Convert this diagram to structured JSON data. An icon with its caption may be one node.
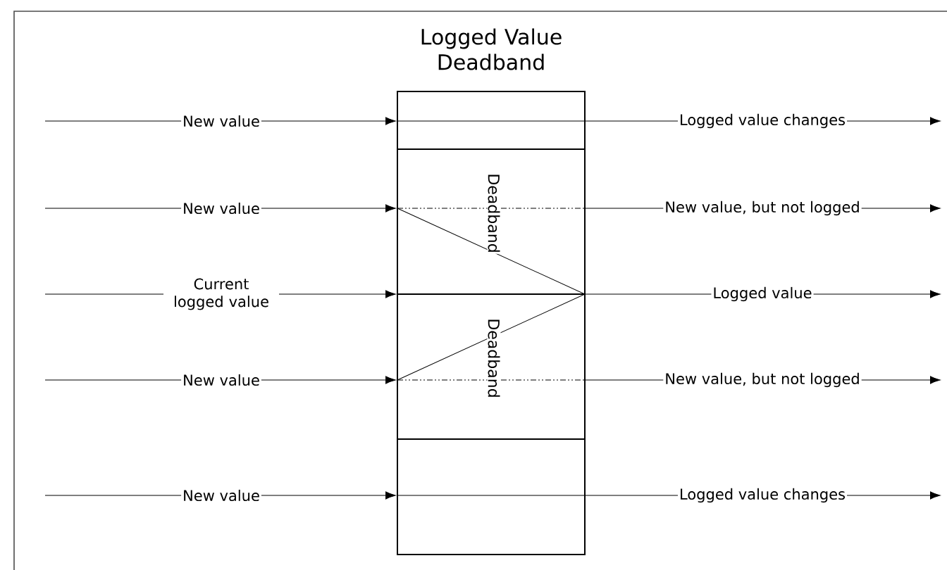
{
  "diagram": {
    "nodes": [
      {
        "text": [
          "Logged Value Deadband"
        ]
      },
      {
        "text": [],
        "shape": "box",
        "in": 0
      },
      {
        "text": [
          "Deadband"
        ],
        "in": 0
      },
      {
        "text": [
          "Deadband"
        ],
        "in": 0
      },
      {
        "text": [],
        "shape": "box",
        "in": 0
      }
    ],
    "edges": [
      {
        "from": null,
        "to": 1,
        "arrow": "to",
        "label": "New value"
      },
      {
        "from": 1,
        "to": null,
        "arrow": "to",
        "label": "Logged value changes"
      },
      {
        "from": null,
        "to": 2,
        "arrow": "to",
        "label": "New value"
      },
      {
        "from": 2,
        "to": null,
        "arrow": "to",
        "label": "New value, but not logged"
      },
      {
        "from": null,
        "to": 2,
        "arrow": "to",
        "label": "Current logged value"
      },
      {
        "from": 2,
        "to": null,
        "arrow": "to",
        "label": "Logged value"
      },
      {
        "from": null,
        "to": 3,
        "arrow": "to",
        "label": "New value"
      },
      {
        "from": 3,
        "to": null,
        "arrow": "to",
        "label": "New value, but not logged"
      },
      {
        "from": null,
        "to": 4,
        "arrow": "to",
        "label": "New value"
      },
      {
        "from": 4,
        "to": null,
        "arrow": "to",
        "label": "Logged value changes"
      }
    ]
  }
}
